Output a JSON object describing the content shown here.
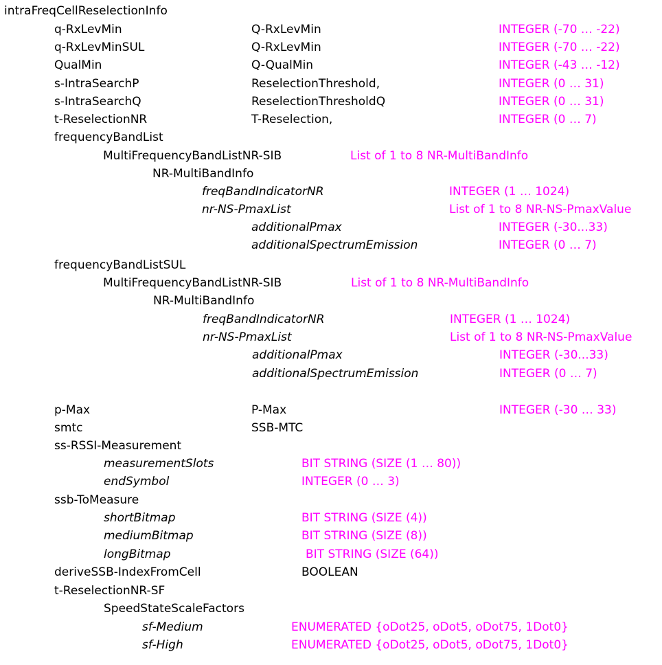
{
  "colors": {
    "text": "#000000",
    "type": "#ff00ff",
    "background": "#ffffff"
  },
  "title": "intraFreqCellReselectionInfo",
  "fields": {
    "q_rxlevmin": {
      "name": "q-RxLevMin",
      "ref": "Q-RxLevMin",
      "type": "INTEGER (-70 … -22)"
    },
    "q_rxlevminsul": {
      "name": "q-RxLevMinSUL",
      "ref": "Q-RxLevMin",
      "type": "INTEGER (-70 … -22)"
    },
    "qualmin": {
      "name": "QualMin",
      "ref": "Q-QualMin",
      "type": "INTEGER (-43 … -12)"
    },
    "s_intrasearchp": {
      "name": "s-IntraSearchP",
      "ref": "ReselectionThreshold,",
      "type": "INTEGER (0 … 31)"
    },
    "s_intrasearchq": {
      "name": "s-IntraSearchQ",
      "ref": "ReselectionThresholdQ",
      "type": "INTEGER (0 … 31)"
    },
    "t_reselectionnr": {
      "name": "t-ReselectionNR",
      "ref": "T-Reselection,",
      "type": "INTEGER (0 … 7)"
    },
    "frequencybandlist": {
      "name": "frequencyBandList"
    },
    "fbl_multi": {
      "name": "MultiFrequencyBandListNR-SIB",
      "type": "List of 1 to 8 NR-MultiBandInfo"
    },
    "fbl_nrmbi": {
      "name": "NR-MultiBandInfo"
    },
    "fbl_fbi": {
      "name": "freqBandIndicatorNR",
      "type": "INTEGER (1 … 1024)"
    },
    "fbl_nspmax": {
      "name": "nr-NS-PmaxList",
      "type": "List of 1 to 8 NR-NS-PmaxValue"
    },
    "fbl_addpmax": {
      "name": "additionalPmax",
      "type": "INTEGER (-30...33)"
    },
    "fbl_addspec": {
      "name": "additionalSpectrumEmission",
      "type": "INTEGER (0 … 7)"
    },
    "frequencybandlistsul": {
      "name": "frequencyBandListSUL"
    },
    "fbls_multi": {
      "name": "MultiFrequencyBandListNR-SIB",
      "type": "List of 1 to 8 NR-MultiBandInfo"
    },
    "fbls_nrmbi": {
      "name": "NR-MultiBandInfo"
    },
    "fbls_fbi": {
      "name": "freqBandIndicatorNR",
      "type": "INTEGER (1 … 1024)"
    },
    "fbls_nspmax": {
      "name": "nr-NS-PmaxList",
      "type": "List of 1 to 8 NR-NS-PmaxValue"
    },
    "fbls_addpmax": {
      "name": "additionalPmax",
      "type": "INTEGER (-30...33)"
    },
    "fbls_addspec": {
      "name": "additionalSpectrumEmission",
      "type": "INTEGER (0 … 7)"
    },
    "p_max": {
      "name": "p-Max",
      "ref": "P-Max",
      "type": "INTEGER (-30 … 33)"
    },
    "smtc": {
      "name": "smtc",
      "ref": "SSB-MTC"
    },
    "ss_rssi": {
      "name": "ss-RSSI-Measurement"
    },
    "meas_slots": {
      "name": "measurementSlots",
      "type": "BIT STRING (SIZE (1 … 80))"
    },
    "end_symbol": {
      "name": "endSymbol",
      "type": "INTEGER (0 … 3)"
    },
    "ssb_tomeasure": {
      "name": "ssb-ToMeasure"
    },
    "short_bitmap": {
      "name": "shortBitmap",
      "type": "BIT STRING (SIZE (4))"
    },
    "medium_bitmap": {
      "name": "mediumBitmap",
      "type": "BIT STRING (SIZE (8))"
    },
    "long_bitmap": {
      "name": "longBitmap",
      "type": "BIT STRING (SIZE (64))"
    },
    "derive_ssb": {
      "name": "deriveSSB-IndexFromCell",
      "ref": "BOOLEAN"
    },
    "t_reselectionnr_sf": {
      "name": "t-ReselectionNR-SF"
    },
    "speed_state": {
      "name": "SpeedStateScaleFactors"
    },
    "sf_medium": {
      "name": "sf-Medium",
      "type": "ENUMERATED {oDot25, oDot5, oDot75, 1Dot0}"
    },
    "sf_high": {
      "name": "sf-High",
      "type": "ENUMERATED {oDot25, oDot5, oDot75, 1Dot0}"
    }
  }
}
